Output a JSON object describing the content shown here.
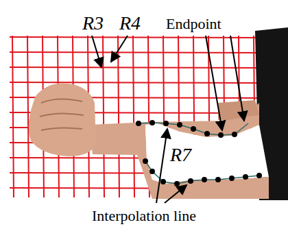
{
  "diagram": {
    "labels": [
      "R3",
      "R4",
      "Endpoint",
      "R7",
      "Interpolation line"
    ]
  }
}
